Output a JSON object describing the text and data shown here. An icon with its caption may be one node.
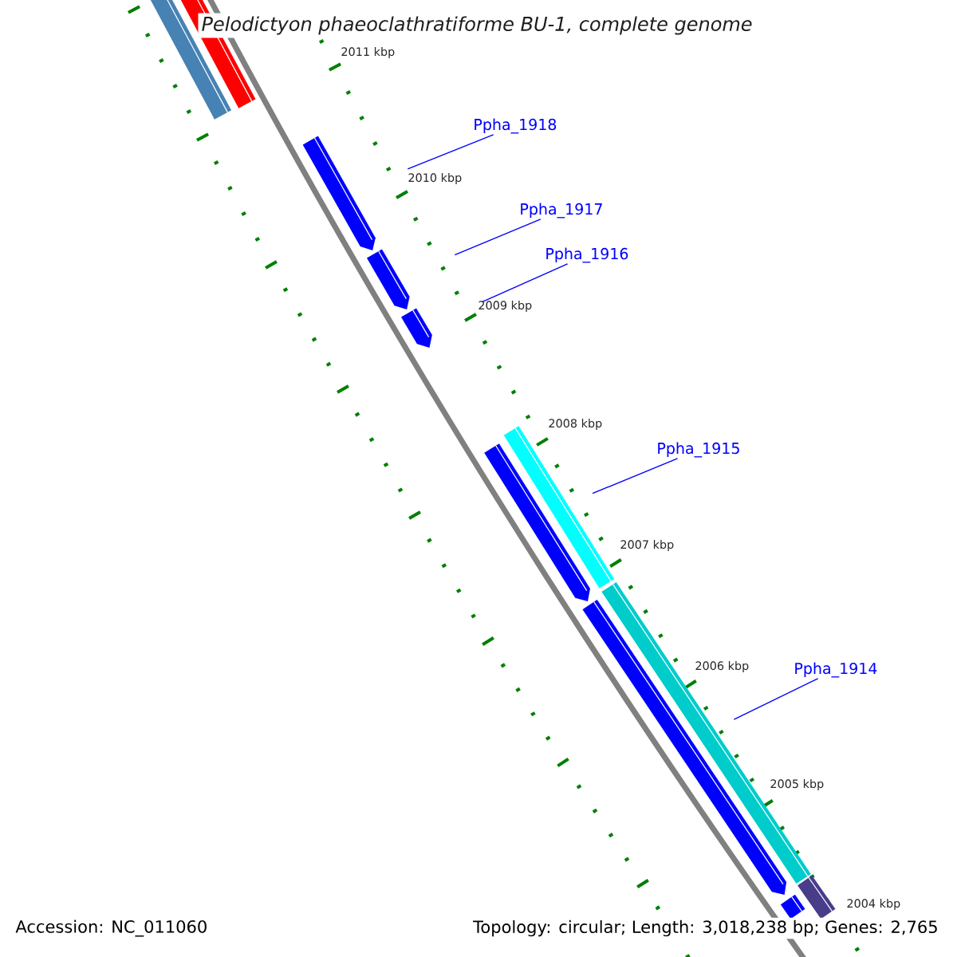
{
  "diagram": {
    "title": "Pelodictyon phaeoclathratiforme BU-1, complete genome",
    "nodes": [
      {
        "text": [],
        "shape": "bar"
      },
      {
        "text": [],
        "shape": "bar"
      },
      {
        "text": [],
        "shape": "bar"
      },
      {
        "text": [],
        "shape": "bar"
      },
      {
        "text": [],
        "shape": "bar"
      },
      {
        "text": [],
        "shape": "bar"
      },
      {
        "text": [],
        "shape": "bar"
      },
      {
        "text": [],
        "shape": "bar"
      },
      {
        "text": [],
        "shape": "bar"
      },
      {
        "text": [],
        "shape": "bar"
      },
      {
        "text": [],
        "shape": "bar"
      },
      {
        "text": [
          "Ppha_1918"
        ]
      },
      {
        "text": [
          "Ppha_1917"
        ]
      },
      {
        "text": [
          "Ppha_1916"
        ]
      },
      {
        "text": [
          "Ppha_1915"
        ]
      },
      {
        "text": [
          "Ppha_1914"
        ]
      }
    ],
    "edges": [
      {
        "from": 11,
        "to": 2,
        "arrow": "none"
      },
      {
        "from": 12,
        "to": 3,
        "arrow": "none"
      },
      {
        "from": 13,
        "to": 4,
        "arrow": "none"
      },
      {
        "from": 14,
        "to": 5,
        "arrow": "none"
      },
      {
        "from": 15,
        "to": 7,
        "arrow": "none"
      }
    ],
    "labels": [
      "2011 kbp",
      "2010 kbp",
      "2009 kbp",
      "2008 kbp",
      "2007 kbp",
      "2006 kbp",
      "2005 kbp",
      "2004 kbp",
      "Accession: NC_011060",
      "Topology: circular; Length: 3,018,238 bp; Genes: 2,765"
    ]
  }
}
